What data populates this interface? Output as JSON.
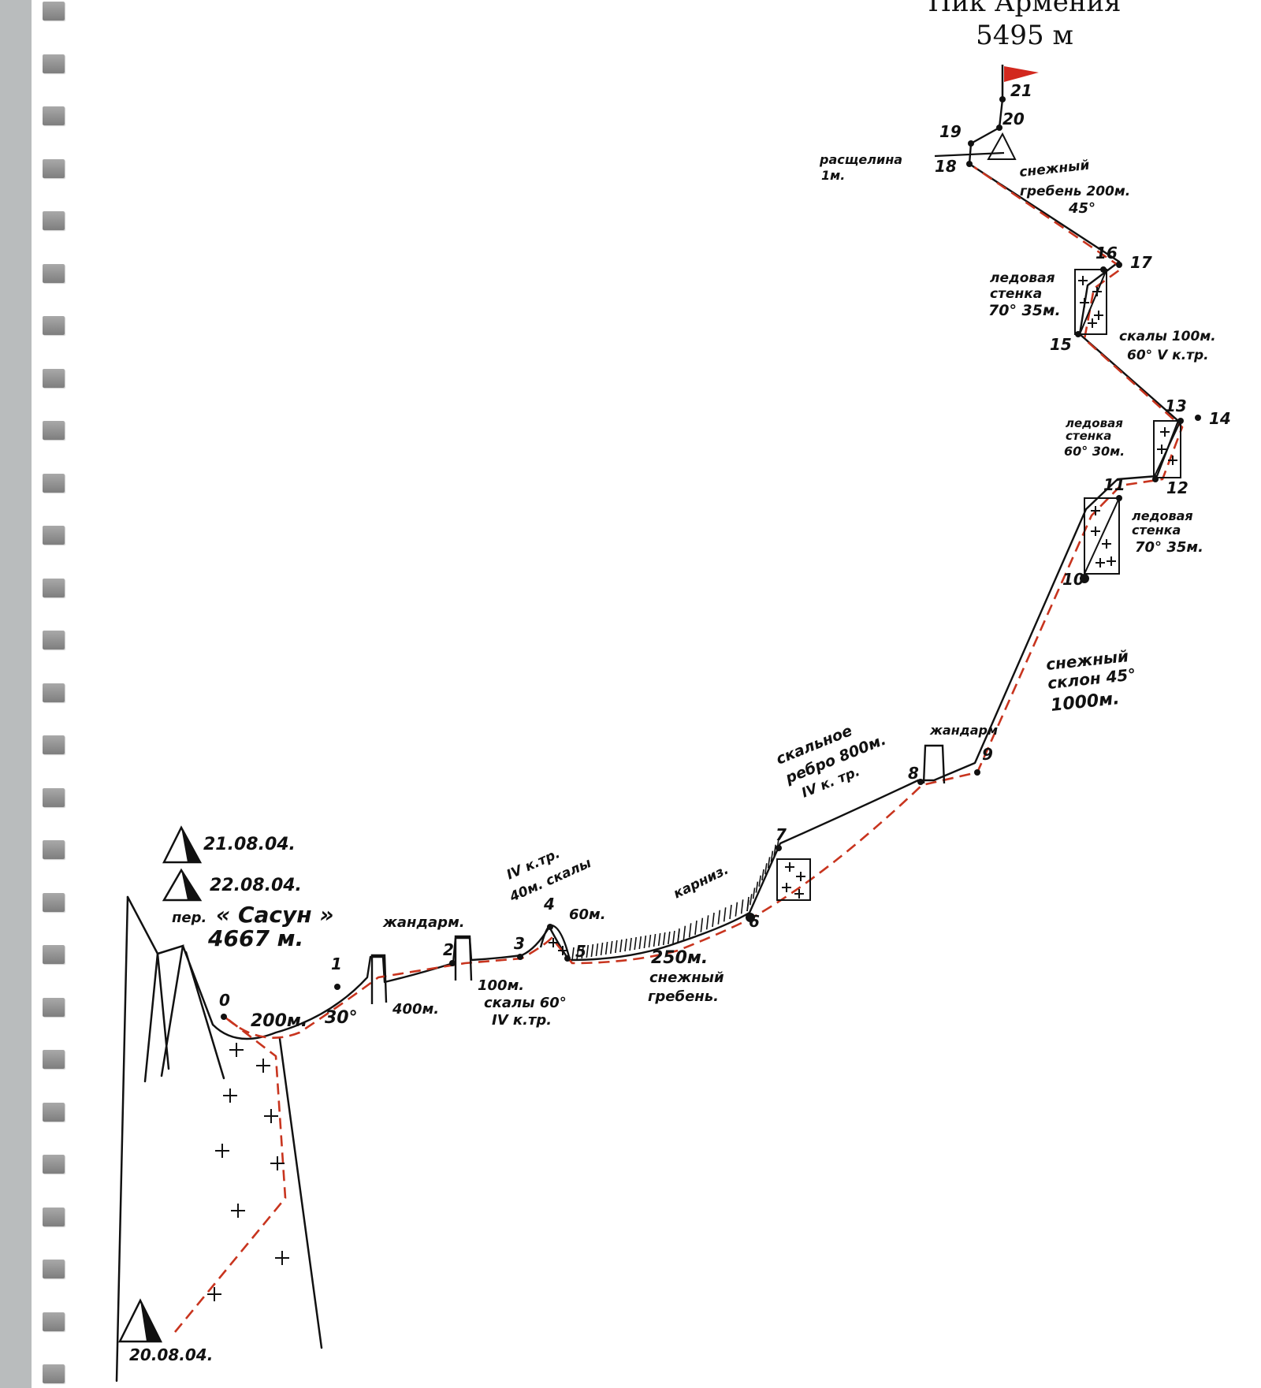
{
  "summit": {
    "name": "Пик Армения",
    "elevation": "5495 м"
  },
  "pass": {
    "label": "пер.",
    "name": "« Сасун »",
    "elevation": "4667 м."
  },
  "camps": [
    {
      "date": "21.08.04."
    },
    {
      "date": "22.08.04."
    },
    {
      "date": "20.08.04."
    }
  ],
  "points": [
    "0",
    "1",
    "2",
    "3",
    "4",
    "5",
    "6",
    "7",
    "8",
    "9",
    "10",
    "11",
    "12",
    "13",
    "14",
    "15",
    "16",
    "17",
    "18",
    "19",
    "20",
    "21"
  ],
  "labels": {
    "seg_200": "200м.",
    "seg_30": "30°",
    "seg_400": "400м.",
    "gendarme1": "жандарм.",
    "rocks_100": "100м.",
    "rocks_60": "скалы 60°",
    "rocks_grade": "IV к.тр.",
    "grade_top": "IV к.тр.",
    "rocks_40": "40м. скалы",
    "seg_60": "60м.",
    "cornice": "карниз.",
    "seg_250": "250м.",
    "snow_ridge_a": "снежный",
    "snow_ridge_b": "гребень.",
    "rock_rib_a": "скальное",
    "rock_rib_b": "ребро 800м.",
    "rock_rib_c": "IV к. тр.",
    "gendarme2": "жандарм",
    "snow_slope_a": "снежный",
    "snow_slope_b": "склон 45°",
    "snow_slope_c": "1000м.",
    "ice1_a": "ледовая",
    "ice1_b": "стенка",
    "ice1_c": "70° 35м.",
    "ice2_a": "ледовая",
    "ice2_b": "стенка",
    "ice2_c": "60° 30м.",
    "rocks2_a": "скалы 100м.",
    "rocks2_b": "60° V к.тр.",
    "ice3_a": "ледовая",
    "ice3_b": "стенка",
    "ice3_c": "70° 35м.",
    "ridge2_a": "снежный",
    "ridge2_b": "гребень 200м.",
    "ridge2_c": "45°",
    "crevasse_a": "расщелина",
    "crevasse_b": "1м."
  },
  "colors": {
    "route": "#c8341e",
    "flag": "#d2281e",
    "ink": "#111111"
  }
}
